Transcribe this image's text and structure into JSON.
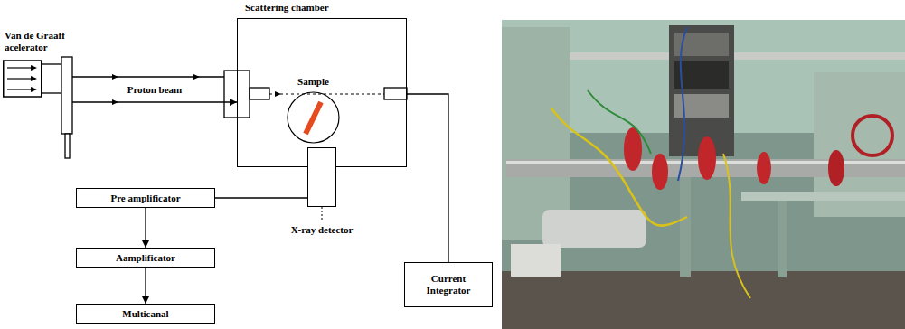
{
  "diagram": {
    "nodes": [
      {
        "text": [
          "Van de Graaff acelerator"
        ]
      },
      {
        "text": [
          "Scattering chamber"
        ]
      },
      {
        "text": [
          "Sample"
        ],
        "in": 1
      },
      {
        "text": [
          "X-ray detector"
        ]
      },
      {
        "text": [
          "Pre amplificator"
        ]
      },
      {
        "text": [
          "Aamplificator"
        ]
      },
      {
        "text": [
          "Multicanal"
        ]
      },
      {
        "text": [
          "Current Integrator"
        ]
      }
    ],
    "edges": [
      {
        "from": 0,
        "to": 1,
        "label": "Proton beam",
        "arrow": "to"
      },
      {
        "from": 3,
        "to": 4,
        "arrow": "none"
      },
      {
        "from": 4,
        "to": 5,
        "arrow": "to"
      },
      {
        "from": 5,
        "to": 6,
        "arrow": "to"
      },
      {
        "from": 1,
        "to": 7,
        "arrow": "none"
      }
    ]
  }
}
